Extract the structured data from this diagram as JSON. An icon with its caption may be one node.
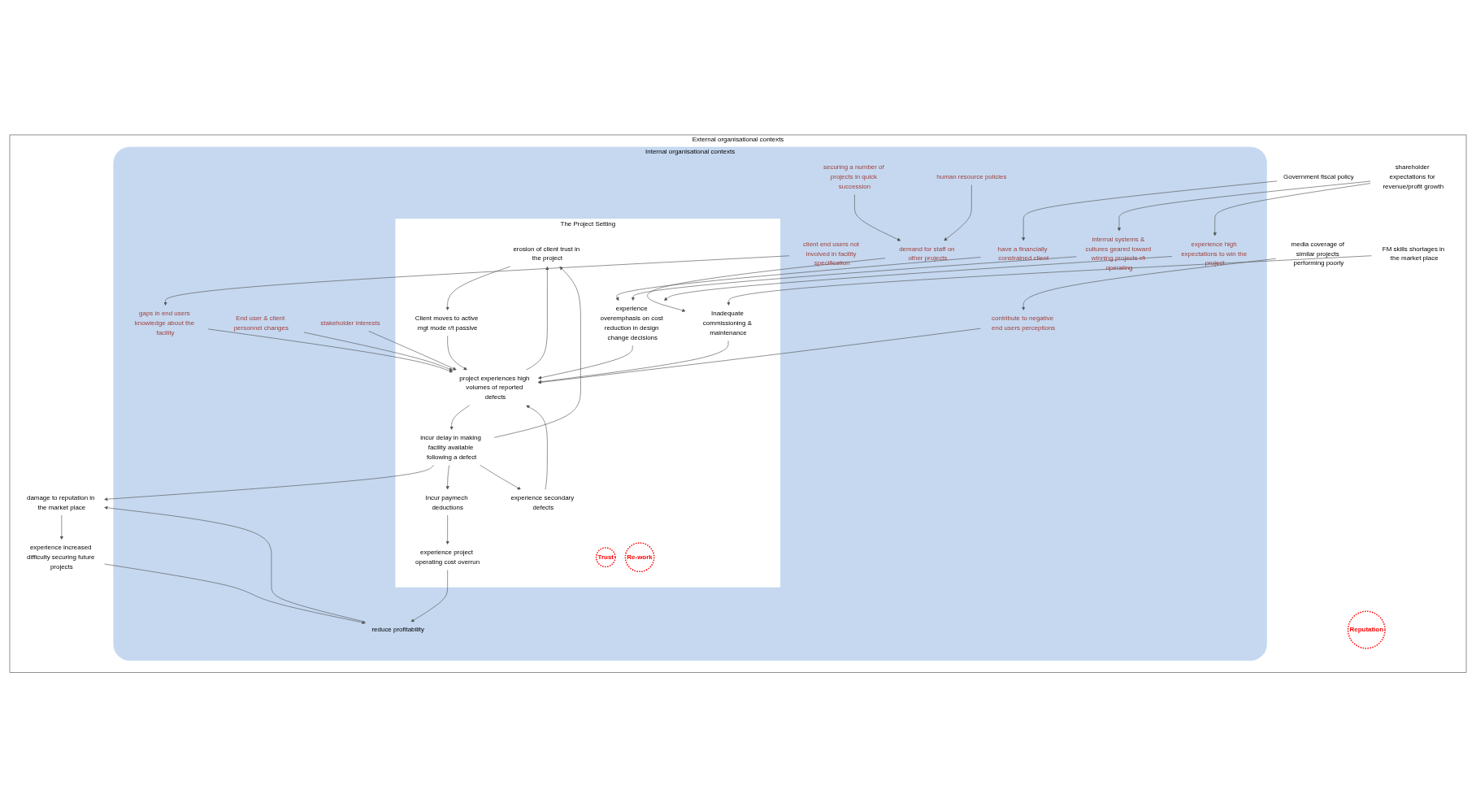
{
  "diagram": {
    "nodes": [
      {
        "text": [
          "External organisational contexts"
        ]
      },
      {
        "text": [
          "Internal organisational contexts"
        ],
        "in": 0
      },
      {
        "text": [
          "The Project Setting"
        ],
        "in": 1
      },
      {
        "text": [
          "erosion of client trust in the project"
        ],
        "in": 2
      },
      {
        "text": [
          "Client moves to active mgt mode r/t passive"
        ],
        "in": 2
      },
      {
        "text": [
          "Trust"
        ],
        "in": 2
      },
      {
        "text": [
          "project experiences high volumes of reported defects"
        ],
        "in": 2
      },
      {
        "text": [
          "incur delay in making facility available following a defect"
        ],
        "in": 2
      },
      {
        "text": [
          "Incur paymech deductions"
        ],
        "in": 2
      },
      {
        "text": [
          "experience project operating cost overrun"
        ],
        "in": 2
      },
      {
        "text": [
          "Re-work"
        ],
        "in": 2
      },
      {
        "text": [
          "experience secondary defects"
        ],
        "in": 2
      },
      {
        "text": [
          "experience overemphasis on cost reduction in design change decisions"
        ],
        "in": 2
      },
      {
        "text": [
          "Inadequate commissioning & maintenance"
        ],
        "in": 2
      },
      {
        "text": [
          "reduce profitability"
        ],
        "in": 1
      },
      {
        "text": [
          "End user & client personnel changes"
        ],
        "in": 1
      },
      {
        "text": [
          "stakeholder interests"
        ],
        "in": 1
      },
      {
        "text": [
          "contribute to negative end users perceptions"
        ],
        "in": 1
      },
      {
        "text": [
          "gaps in end users knowledge about the facility"
        ],
        "in": 1
      },
      {
        "text": [
          "client end users not involved in facility specification"
        ],
        "in": 1
      },
      {
        "text": [
          "have a financially constrained client"
        ],
        "in": 1
      },
      {
        "text": [
          "internal systems & cultures geared toward winning projects r/t operating"
        ],
        "in": 1
      },
      {
        "text": [
          "experience high expectations to win the project"
        ],
        "in": 1
      },
      {
        "text": [
          "demand for staff on other projects"
        ],
        "in": 1
      },
      {
        "text": [
          "securing a number of projects in quick succession"
        ],
        "in": 1
      },
      {
        "text": [
          "human resource policies"
        ],
        "in": 1
      },
      {
        "text": [
          "damage to reputation in the market place"
        ],
        "in": 0
      },
      {
        "text": [
          "experience increased difficulty securing future projects"
        ],
        "in": 0
      },
      {
        "text": [
          "Reputation"
        ],
        "in": 0
      },
      {
        "text": [
          "media coverage of similar projects performing poorly"
        ],
        "in": 0
      },
      {
        "text": [
          "Government fiscal policy"
        ],
        "in": 0
      },
      {
        "text": [
          "shareholder expectations for revenue/profit growth"
        ],
        "in": 0
      },
      {
        "text": [
          "FM skills shortages in the market place"
        ],
        "in": 0
      }
    ],
    "edges": [
      {
        "from": 26,
        "to": 27,
        "arrow": "to"
      },
      {
        "from": 27,
        "to": 14,
        "arrow": "to"
      },
      {
        "from": 14,
        "to": 26,
        "arrow": "to"
      },
      {
        "from": 7,
        "to": 26,
        "arrow": "to"
      },
      {
        "from": 9,
        "to": 14,
        "arrow": "to"
      },
      {
        "from": 8,
        "to": 9,
        "arrow": "to"
      },
      {
        "from": 7,
        "to": 8,
        "arrow": "to"
      },
      {
        "from": 7,
        "to": 3,
        "arrow": "to"
      },
      {
        "from": 3,
        "to": 4,
        "arrow": "to"
      },
      {
        "from": 4,
        "to": 6,
        "arrow": "to"
      },
      {
        "from": 6,
        "to": 3,
        "arrow": "to"
      },
      {
        "from": 6,
        "to": 7,
        "arrow": "to"
      },
      {
        "from": 7,
        "to": 11,
        "arrow": "to"
      },
      {
        "from": 11,
        "to": 6,
        "arrow": "to"
      },
      {
        "from": 12,
        "to": 6,
        "arrow": "to"
      },
      {
        "from": 13,
        "to": 6,
        "arrow": "to"
      },
      {
        "from": 15,
        "to": 6,
        "arrow": "to"
      },
      {
        "from": 16,
        "to": 6,
        "arrow": "to"
      },
      {
        "from": 17,
        "to": 6,
        "arrow": "to"
      },
      {
        "from": 18,
        "to": 6,
        "arrow": "to"
      },
      {
        "from": 29,
        "to": 17,
        "arrow": "to"
      },
      {
        "from": 19,
        "to": 18,
        "arrow": "to"
      },
      {
        "from": 20,
        "to": 12,
        "arrow": "to"
      },
      {
        "from": 30,
        "to": 20,
        "arrow": "to"
      },
      {
        "from": 21,
        "to": 12,
        "arrow": "to"
      },
      {
        "from": 22,
        "to": 12,
        "arrow": "to"
      },
      {
        "from": 31,
        "to": 21,
        "arrow": "to"
      },
      {
        "from": 31,
        "to": 22,
        "arrow": "to"
      },
      {
        "from": 32,
        "to": 13,
        "arrow": "to"
      },
      {
        "from": 23,
        "to": 13,
        "arrow": "to"
      },
      {
        "from": 24,
        "to": 23,
        "arrow": "to"
      },
      {
        "from": 25,
        "to": 23,
        "arrow": "to"
      }
    ]
  }
}
